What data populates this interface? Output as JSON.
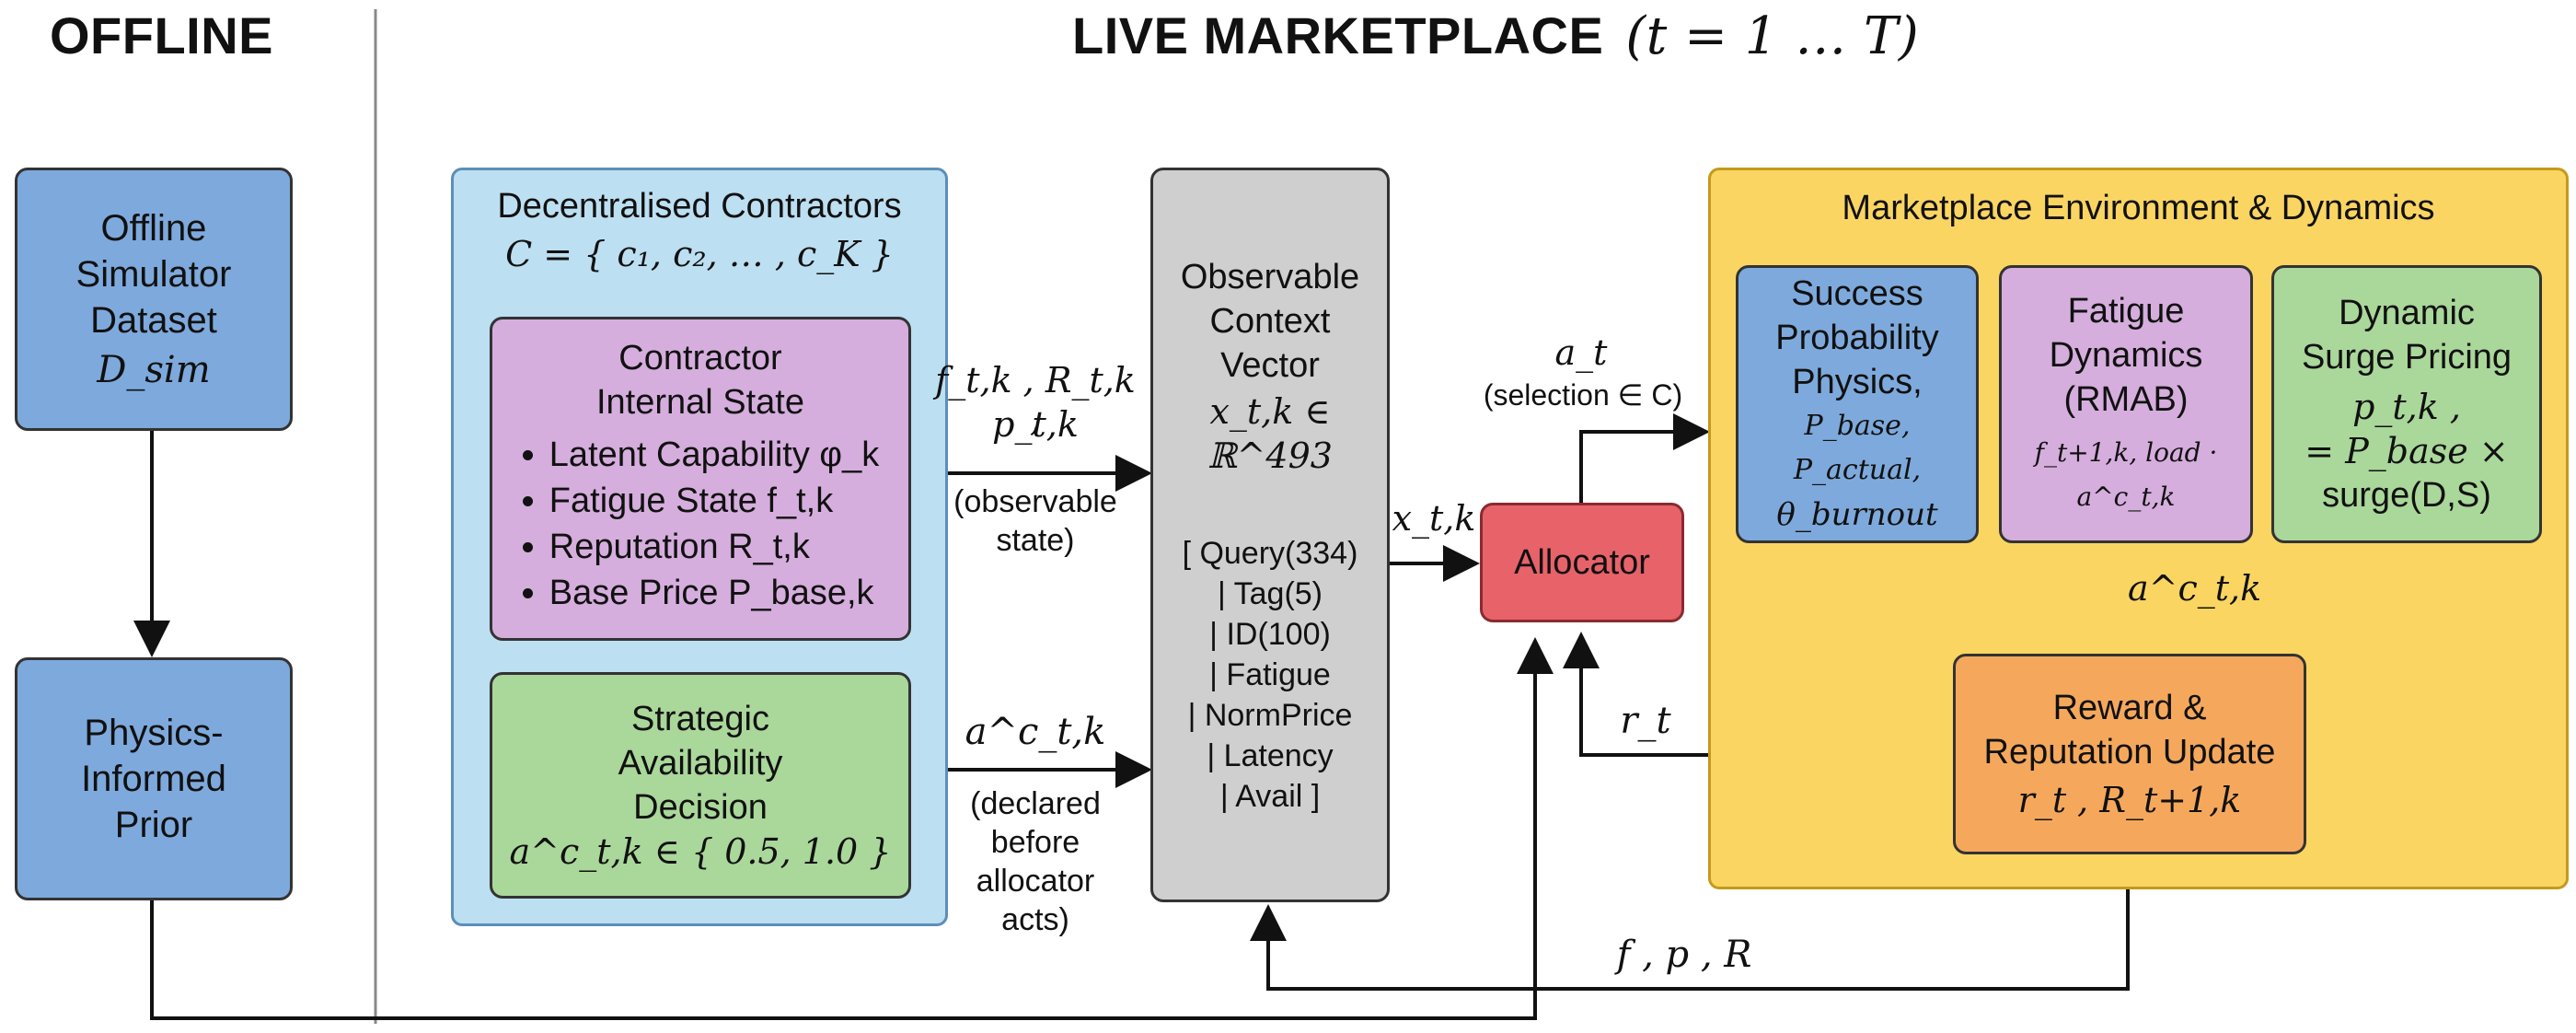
{
  "headers": {
    "offline": "OFFLINE",
    "live": "LIVE MARKETPLACE",
    "live_math": "(t = 1 … T)"
  },
  "offline": {
    "dataset": {
      "line1": "Offline",
      "line2": "Simulator",
      "line3": "Dataset",
      "math": "D_sim"
    },
    "prior": {
      "line1": "Physics-",
      "line2": "Informed",
      "line3": "Prior"
    }
  },
  "contractors": {
    "title": "Decentralised Contractors",
    "set": "C = { c₁, c₂, … , c_K }",
    "internal": {
      "title1": "Contractor",
      "title2": "Internal State",
      "items": [
        "Latent Capability φ_k",
        "Fatigue State f_t,k",
        "Reputation R_t,k",
        "Base Price P_base,k"
      ]
    },
    "strategic": {
      "line1": "Strategic",
      "line2": "Availability",
      "line3": "Decision",
      "math": "a^c_t,k ∈ { 0.5, 1.0 }"
    }
  },
  "labels": {
    "obs_math1": "f_t,k , R_t,k ,",
    "obs_math2": "p_t,k",
    "obs_text1": "(observable",
    "obs_text2": "state)",
    "avail_math": "a^c_t,k",
    "avail_text": [
      "(declared",
      "before",
      "allocator",
      "acts)"
    ],
    "x_to_alloc": "x_t,k",
    "a_t": "a_t",
    "selection": "(selection ∈ C)",
    "r_t": "r_t",
    "a_c_env": "a^c_t,k",
    "feedback": "f , p , R"
  },
  "context": {
    "line1": "Observable",
    "line2": "Context",
    "line3": "Vector",
    "math": "x_t,k ∈ ℝ^493",
    "items": [
      "[ Query(334)",
      "| Tag(5)",
      "| ID(100)",
      "| Fatigue",
      "| NormPrice",
      "| Latency",
      "| Avail ]"
    ]
  },
  "allocator": {
    "label": "Allocator"
  },
  "environment": {
    "title": "Marketplace Environment & Dynamics",
    "success": {
      "line1": "Success",
      "line2": "Probability",
      "line3": "Physics,",
      "math1": "P_base, P_actual,",
      "math2": "θ_burnout"
    },
    "fatigue": {
      "line1": "Fatigue",
      "line2": "Dynamics",
      "line3": "(RMAB)",
      "math": "f_t+1,k, load · a^c_t,k"
    },
    "pricing": {
      "line1": "Dynamic",
      "line2": "Surge Pricing",
      "math1": "p_t,k ,",
      "math2": "= P_base ×",
      "line3": "surge(D,S)"
    },
    "reward": {
      "line1": "Reward &",
      "line2": "Reputation Update",
      "math": "r_t , R_t+1,k"
    }
  },
  "colors": {
    "blue_box": "#7ea9dc",
    "panel_blue": "#bcdff1",
    "purple": "#d5aedd",
    "green": "#aad79a",
    "gray": "#cfcfcf",
    "red": "#e8626a",
    "yellow": "#fad562",
    "orange": "#f5a85c"
  }
}
